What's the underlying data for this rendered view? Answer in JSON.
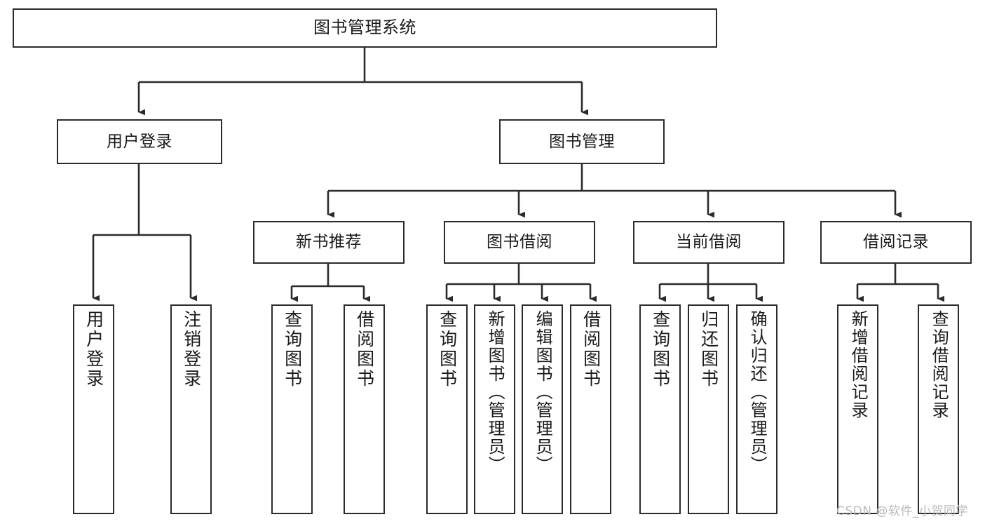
{
  "diagram": {
    "title": "图书管理系统",
    "type": "tree-hierarchy",
    "watermark": "CSDN @软件_小贺同学",
    "colors": {
      "background": "#ffffff",
      "box_border": "#2b2b2b",
      "connector": "#2b2b2b",
      "text": "#1a1a1a",
      "watermark": "#b9b9b9"
    },
    "levels": {
      "root": "图书管理系统",
      "level2": [
        "用户登录",
        "图书管理"
      ],
      "level3": [
        "新书推荐",
        "图书借阅",
        "当前借阅",
        "借阅记录"
      ]
    }
  },
  "nodes": {
    "root": {
      "label": "图书管理系统"
    },
    "user_login": {
      "label": "用户登录"
    },
    "book_manage": {
      "label": "图书管理"
    },
    "new_book_rec": {
      "label": "新书推荐"
    },
    "book_borrow": {
      "label": "图书借阅"
    },
    "current_borrow": {
      "label": "当前借阅"
    },
    "borrow_record": {
      "label": "借阅记录"
    },
    "leaf_user_login": {
      "label": "用户登录"
    },
    "leaf_logout": {
      "label": "注销登录"
    },
    "leaf_query_book_1": {
      "label": "查询图书"
    },
    "leaf_borrow_book_1": {
      "label": "借阅图书"
    },
    "leaf_query_book_2": {
      "label": "查询图书"
    },
    "leaf_add_book": {
      "label": "新增图书（管理员）"
    },
    "leaf_edit_book": {
      "label": "编辑图书（管理员）"
    },
    "leaf_borrow_book_2": {
      "label": "借阅图书"
    },
    "leaf_query_book_3": {
      "label": "查询图书"
    },
    "leaf_return_book": {
      "label": "归还图书"
    },
    "leaf_confirm_return": {
      "label": "确认归还（管理员）"
    },
    "leaf_add_record": {
      "label": "新增借阅记录"
    },
    "leaf_query_record": {
      "label": "查询借阅记录"
    }
  }
}
